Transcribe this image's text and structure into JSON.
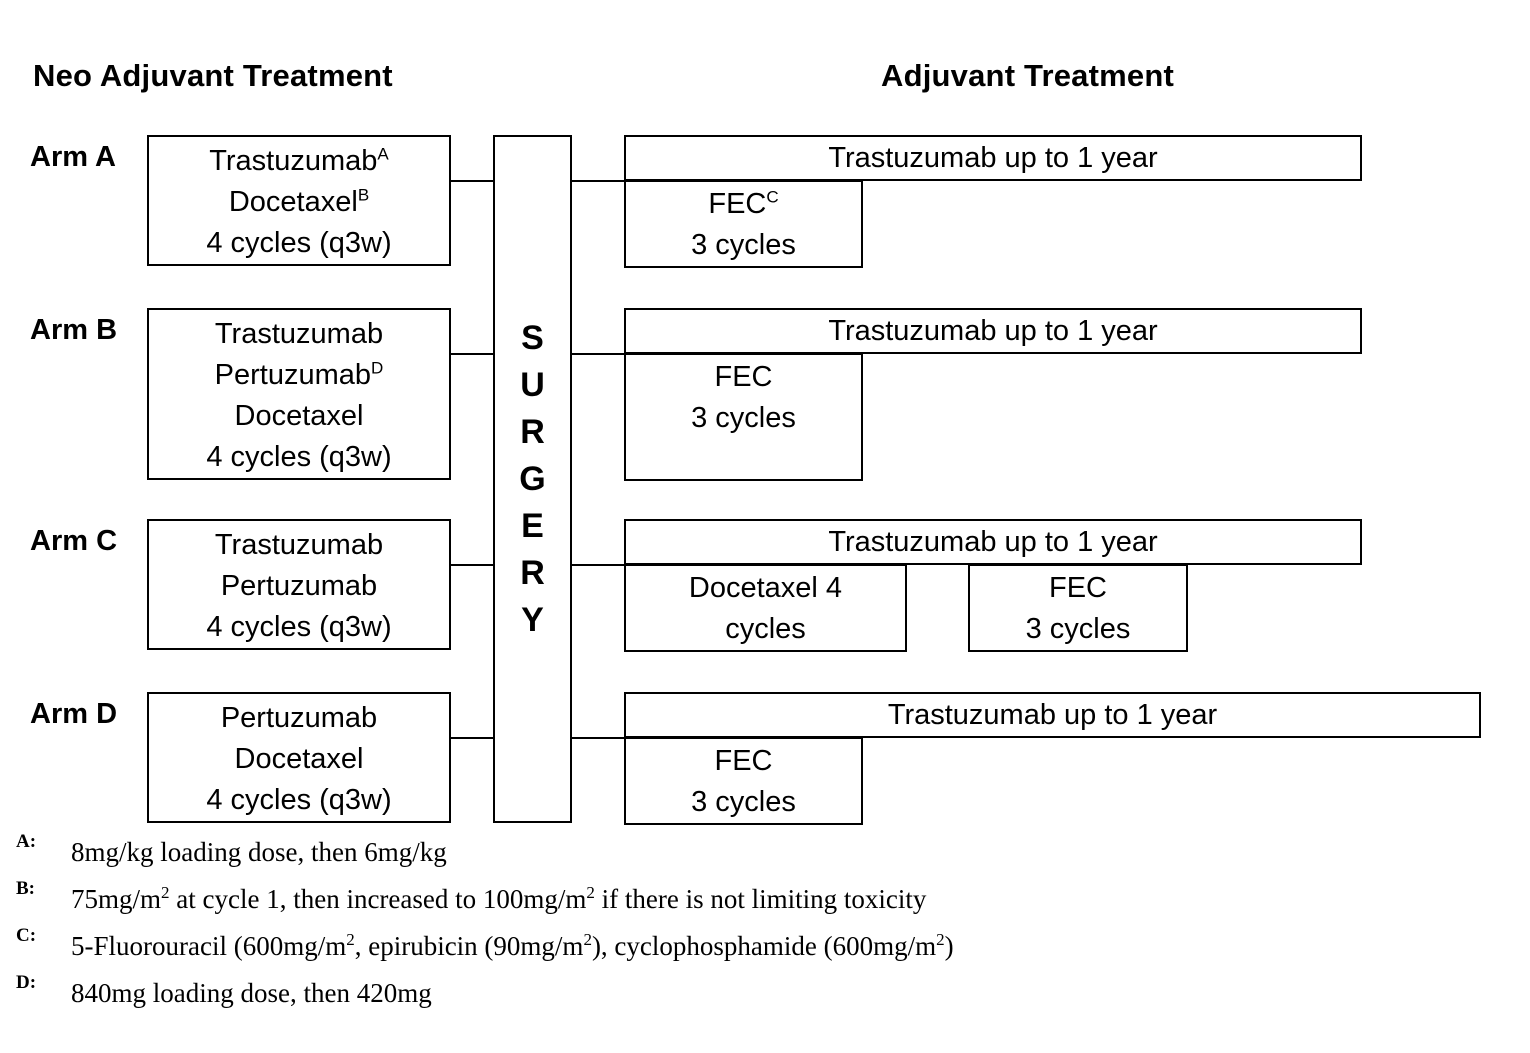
{
  "headings": {
    "neoadjuvant": "Neo Adjuvant Treatment",
    "adjuvant": "Adjuvant Treatment"
  },
  "surgery": {
    "label": "SURGERY",
    "letters": [
      "S",
      "U",
      "R",
      "G",
      "E",
      "R",
      "Y"
    ]
  },
  "arms": [
    {
      "id": "a",
      "label": "Arm A",
      "neoadjuvant": {
        "lines": [
          {
            "text": "Trastuzumab",
            "sup": "A"
          },
          {
            "text": "Docetaxel",
            "sup": "B"
          },
          {
            "text": "4 cycles (q3w)",
            "sup": ""
          }
        ]
      },
      "maintenance": {
        "text": "Trastuzumab up to 1 year"
      },
      "chemo": [
        {
          "lines": [
            {
              "text": "FEC",
              "sup": "C"
            },
            {
              "text": "3 cycles",
              "sup": ""
            }
          ]
        }
      ]
    },
    {
      "id": "b",
      "label": "Arm B",
      "neoadjuvant": {
        "lines": [
          {
            "text": "Trastuzumab",
            "sup": ""
          },
          {
            "text": "Pertuzumab",
            "sup": "D"
          },
          {
            "text": "Docetaxel",
            "sup": ""
          },
          {
            "text": "4 cycles (q3w)",
            "sup": ""
          }
        ]
      },
      "maintenance": {
        "text": "Trastuzumab up to 1 year"
      },
      "chemo": [
        {
          "lines": [
            {
              "text": "FEC",
              "sup": ""
            },
            {
              "text": "3 cycles",
              "sup": ""
            }
          ]
        }
      ]
    },
    {
      "id": "c",
      "label": "Arm C",
      "neoadjuvant": {
        "lines": [
          {
            "text": "Trastuzumab",
            "sup": ""
          },
          {
            "text": "Pertuzumab",
            "sup": ""
          },
          {
            "text": "4 cycles (q3w)",
            "sup": ""
          }
        ]
      },
      "maintenance": {
        "text": "Trastuzumab up to 1 year"
      },
      "chemo": [
        {
          "lines": [
            {
              "text": "Docetaxel 4",
              "sup": ""
            },
            {
              "text": "cycles",
              "sup": ""
            }
          ]
        },
        {
          "lines": [
            {
              "text": "FEC",
              "sup": ""
            },
            {
              "text": "3 cycles",
              "sup": ""
            }
          ]
        }
      ]
    },
    {
      "id": "d",
      "label": "Arm D",
      "neoadjuvant": {
        "lines": [
          {
            "text": "Pertuzumab",
            "sup": ""
          },
          {
            "text": "Docetaxel",
            "sup": ""
          },
          {
            "text": "4 cycles (q3w)",
            "sup": ""
          }
        ]
      },
      "maintenance": {
        "text": "Trastuzumab up to 1 year"
      },
      "chemo": [
        {
          "lines": [
            {
              "text": "FEC",
              "sup": ""
            },
            {
              "text": "3 cycles",
              "sup": ""
            }
          ]
        }
      ]
    }
  ],
  "footnotes": [
    {
      "marker": "A:",
      "parts": [
        {
          "text": "8mg/kg loading dose, then 6mg/kg",
          "sup": ""
        }
      ]
    },
    {
      "marker": "B:",
      "parts": [
        {
          "text": "75mg/m",
          "sup": "2"
        },
        {
          "text": " at cycle 1, then increased to 100mg/m",
          "sup": "2"
        },
        {
          "text": " if there is not limiting toxicity",
          "sup": ""
        }
      ]
    },
    {
      "marker": "C:",
      "parts": [
        {
          "text": "5-Fluorouracil (600mg/m",
          "sup": "2"
        },
        {
          "text": ", epirubicin (90mg/m",
          "sup": "2"
        },
        {
          "text": "), cyclophosphamide (600mg/m",
          "sup": "2"
        },
        {
          "text": ")",
          "sup": ""
        }
      ]
    },
    {
      "marker": "D:",
      "parts": [
        {
          "text": "840mg loading dose, then 420mg",
          "sup": ""
        }
      ]
    }
  ]
}
